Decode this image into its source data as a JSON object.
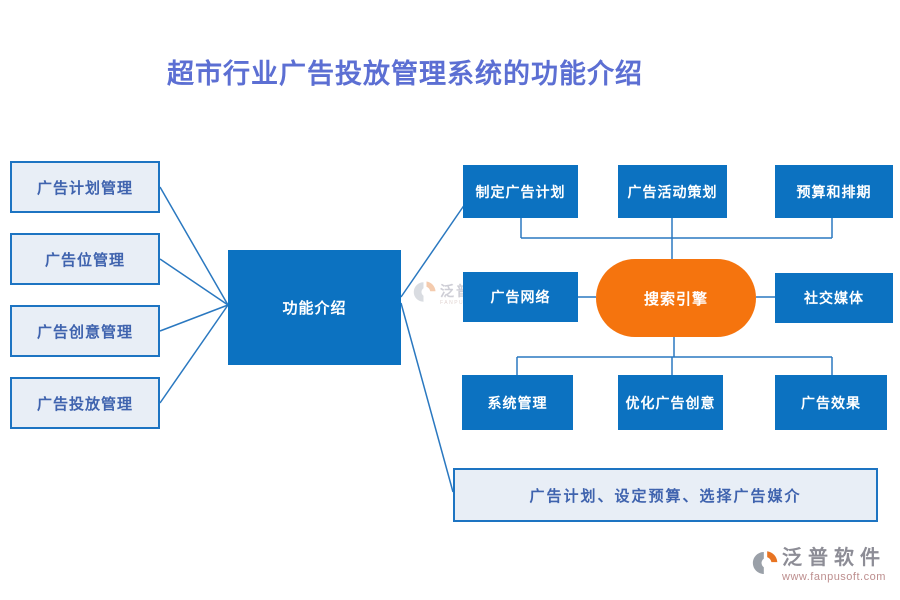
{
  "title": "超市行业广告投放管理系统的功能介绍",
  "colors": {
    "primary_blue": "#0c72c1",
    "light_fill": "#e8eef6",
    "border_blue": "#1d74c2",
    "orange": "#f5740e",
    "title_color": "#5c6fd3",
    "connector": "#2a78c0"
  },
  "left_nodes": [
    {
      "label": "广告计划管理"
    },
    {
      "label": "广告位管理"
    },
    {
      "label": "广告创意管理"
    },
    {
      "label": "广告投放管理"
    }
  ],
  "center_node": {
    "label": "功能介绍"
  },
  "right_nodes": {
    "top": [
      "制定广告计划",
      "广告活动策划",
      "预算和排期"
    ],
    "middle": [
      "广告网络",
      "搜索引擎",
      "社交媒体"
    ],
    "bottom": [
      "系统管理",
      "优化广告创意",
      "广告效果"
    ]
  },
  "bottom_note": {
    "label": "广告计划、设定预算、选择广告媒介"
  },
  "watermark_center": {
    "name": "泛普软件",
    "subtext": "FANPU SOFTWARE"
  },
  "brand": {
    "name": "泛普软件",
    "url": "www.fanpusoft.com"
  }
}
